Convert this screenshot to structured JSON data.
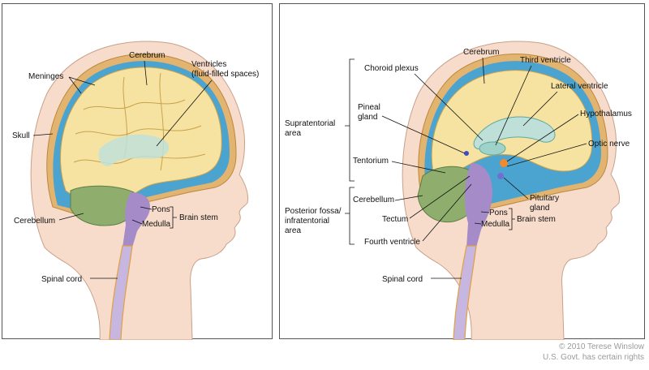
{
  "left": {
    "labels": {
      "cerebrum": "Cerebrum",
      "ventricles_1": "Ventricles",
      "ventricles_2": "(fluid-filled spaces)",
      "meninges": "Meninges",
      "skull": "Skull",
      "cerebellum": "Cerebellum",
      "pons": "Pons",
      "medulla": "Medulla",
      "brain_stem": "Brain stem",
      "spinal_cord": "Spinal cord"
    }
  },
  "right": {
    "labels": {
      "cerebrum": "Cerebrum",
      "choroid_plexus": "Choroid plexus",
      "third_ventricle": "Third ventricle",
      "lateral_ventricle": "Lateral ventricle",
      "pineal_1": "Pineal",
      "pineal_2": "gland",
      "hypothalamus": "Hypothalamus",
      "supratentorial_1": "Supratentorial",
      "supratentorial_2": "area",
      "optic_nerve": "Optic nerve",
      "tentorium": "Tentorium",
      "cerebellum": "Cerebellum",
      "pituitary_1": "Pituitary",
      "pituitary_2": "gland",
      "posterior_1": "Posterior fossa/",
      "posterior_2": "infratentorial",
      "posterior_3": "area",
      "tectum": "Tectum",
      "pons": "Pons",
      "medulla": "Medulla",
      "brain_stem": "Brain stem",
      "fourth_ventricle": "Fourth ventricle",
      "spinal_cord": "Spinal cord"
    }
  },
  "credit": {
    "line1": "© 2010 Terese Winslow",
    "line2": "U.S. Govt. has certain rights"
  },
  "colors": {
    "skin": "#f7dccb",
    "brain": "#f6e3a1",
    "cerebellum": "#8fae6e",
    "brainstem": "#a58cc9",
    "ventricle": "#bfe0d8",
    "meninges": "#4ba3cf",
    "skull": "#e3b46f"
  }
}
